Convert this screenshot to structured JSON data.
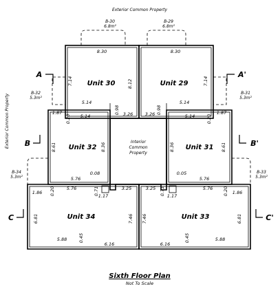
{
  "exterior_top": "Exterior Common Property",
  "exterior_left": "Exterior Common Property",
  "interior_common": [
    "Interior",
    "Common",
    "Property"
  ],
  "balconies": {
    "b30": [
      "B-30",
      "6.8m²"
    ],
    "b29": [
      "B-29",
      "6.8m²"
    ],
    "b32": [
      "B-32",
      "5.3m²"
    ],
    "b31": [
      "B-31",
      "5.3m²"
    ],
    "b34": [
      "B-34",
      "5.3m²"
    ],
    "b33": [
      "B-33",
      "5.3m²"
    ]
  },
  "units": {
    "u30": "Unit 30",
    "u29": "Unit 29",
    "u32": "Unit 32",
    "u31": "Unit 31",
    "u34": "Unit 34",
    "u33": "Unit 33"
  },
  "dims": {
    "d830a": "8.30",
    "d830b": "8.30",
    "d714a": "7.14",
    "d812": "8.12",
    "d714b": "7.14",
    "d514a": "5.14",
    "d514b": "5.14",
    "d326a": "3.26",
    "d326b": "3.26",
    "d098a": "0.98",
    "d098b": "0.98",
    "d187a": "1.87",
    "d187b": "1.87",
    "d020a": "0.20",
    "d020b": "0.20",
    "d514c": "5.14",
    "d514d": "5.14",
    "d861a": "8.61",
    "d836a": "8.36",
    "d836b": "8.36",
    "d861b": "8.61",
    "d576a": "5.76",
    "d576b": "5.76",
    "d008": "0.08",
    "d005": "0.05",
    "d186a": "1.86",
    "d020c": "0.20",
    "d576c": "5.76",
    "d071a": "0.71",
    "d325a": "3.25",
    "d325b": "3.25",
    "d071b": "0.71",
    "d576d": "5.76",
    "d020d": "0.20",
    "d186b": "1.86",
    "d117a": "1.17",
    "d117b": "1.17",
    "d681a": "6.81",
    "d746a": "7.46",
    "d746b": "7.46",
    "d681b": "6.81",
    "d045a": "0.45",
    "d045b": "0.45",
    "d588a": "5.88",
    "d588b": "5.88",
    "d616a": "6.16",
    "d616b": "6.16"
  },
  "sections": {
    "A": "A",
    "A2": "A'",
    "B": "B",
    "B2": "B'",
    "C": "C",
    "C2": "C'"
  },
  "title": "Sixth Floor Plan",
  "subtitle": "Not To Scale"
}
